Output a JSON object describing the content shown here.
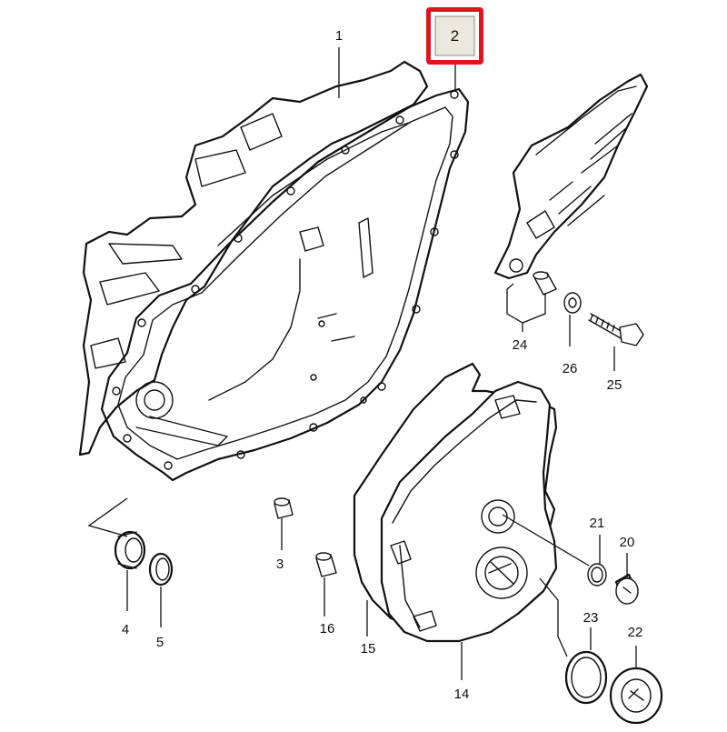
{
  "diagram": {
    "highlighted_part": "2",
    "highlight_color": "#e0141b",
    "highlight_bg": "#ebe8df",
    "labels": [
      {
        "id": "p1",
        "text": "1"
      },
      {
        "id": "p3",
        "text": "3"
      },
      {
        "id": "p4",
        "text": "4"
      },
      {
        "id": "p5",
        "text": "5"
      },
      {
        "id": "p14",
        "text": "14"
      },
      {
        "id": "p15",
        "text": "15"
      },
      {
        "id": "p16",
        "text": "16"
      },
      {
        "id": "p20",
        "text": "20"
      },
      {
        "id": "p21",
        "text": "21"
      },
      {
        "id": "p22",
        "text": "22"
      },
      {
        "id": "p23",
        "text": "23"
      },
      {
        "id": "p24",
        "text": "24"
      },
      {
        "id": "p25",
        "text": "25"
      },
      {
        "id": "p26",
        "text": "26"
      }
    ]
  }
}
